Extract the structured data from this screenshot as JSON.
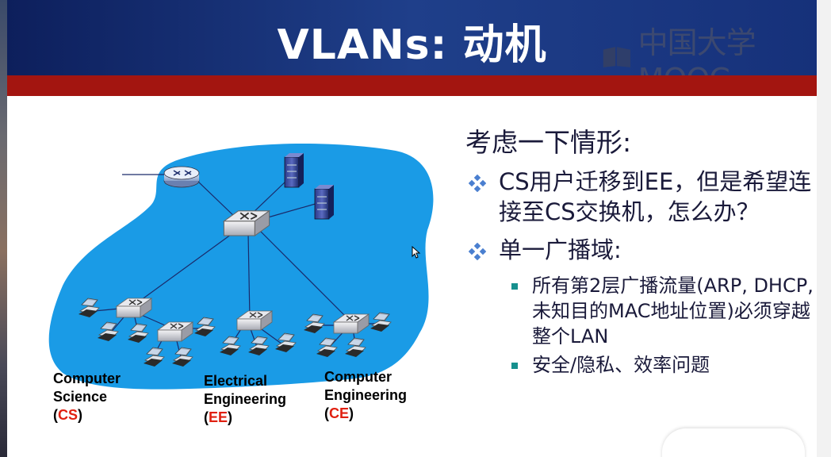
{
  "slide": {
    "title": "VLANs: 动机",
    "watermark": "中国大学MOOC"
  },
  "diagram": {
    "groups": [
      {
        "line1": "Computer",
        "line2": "Science",
        "paren_open": "(",
        "abbr": "CS",
        "paren_close": ")"
      },
      {
        "line1": "Electrical",
        "line2": "Engineering",
        "paren_open": "(",
        "abbr": "EE",
        "paren_close": ")"
      },
      {
        "line1": "Computer",
        "line2": "Engineering",
        "paren_open": "(",
        "abbr": "CE",
        "paren_close": ")"
      }
    ]
  },
  "content": {
    "lead": "考虑一下情形:",
    "bullet1": "CS用户迁移到EE，但是希望连接至CS交换机，怎么办？",
    "bullet2": "单一广播域:",
    "sub1": "所有第2层广播流量(ARP, DHCP, 未知目的MAC地址位置)必须穿越整个LAN",
    "sub2": "安全/隐私、效率问题"
  },
  "colors": {
    "title_bar": "#1f3f8a",
    "red_band": "#a31510",
    "cloud": "#1a9be6",
    "bullet_diamond": "#4a7fd0",
    "sub_bullet": "#16908e",
    "abbr": "#e02010"
  }
}
